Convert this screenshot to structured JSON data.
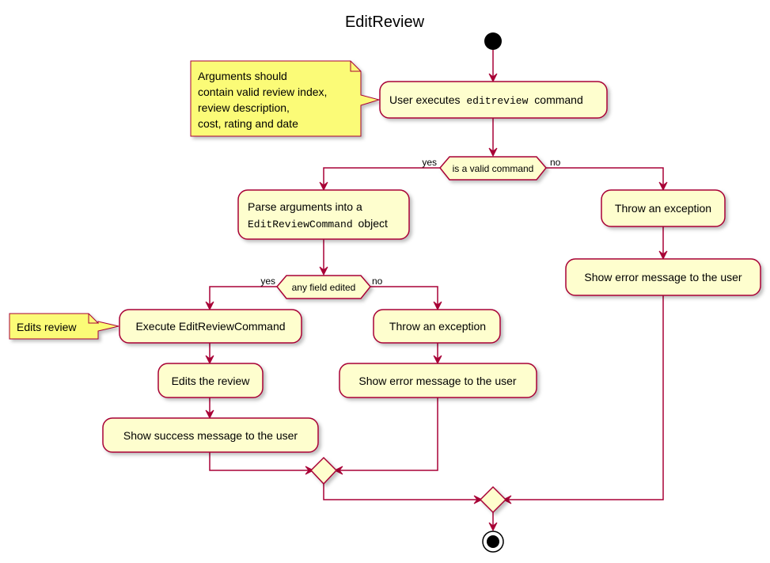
{
  "title": "EditReview",
  "activities": {
    "user_executes_pre": "User executes",
    "user_executes_code": "editreview",
    "user_executes_post": "command",
    "parse_line1": "Parse arguments into a",
    "parse_code": "EditReviewCommand",
    "parse_post": "object",
    "throw_right": "Throw an exception",
    "show_error_right": "Show error message to the user",
    "execute": "Execute EditReviewCommand",
    "edits_review": "Edits the review",
    "show_success": "Show success message to the user",
    "throw_mid": "Throw an exception",
    "show_error_mid": "Show error message to the user"
  },
  "decisions": {
    "valid_command": {
      "text": "is a valid command",
      "yes": "yes",
      "no": "no"
    },
    "field_edited": {
      "text": "any field edited",
      "yes": "yes",
      "no": "no"
    }
  },
  "notes": {
    "arguments": [
      "Arguments should",
      "contain valid review index,",
      "review description,",
      "cost, rating and date"
    ],
    "edits": "Edits review"
  }
}
